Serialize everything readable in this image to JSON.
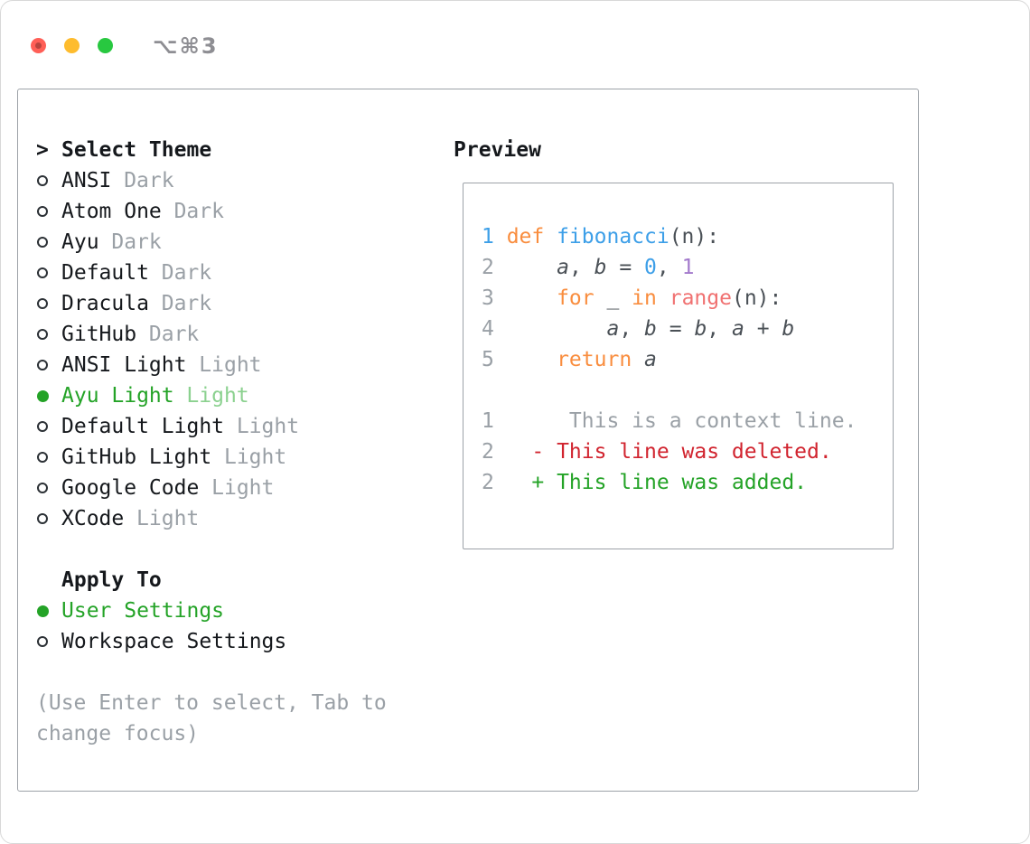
{
  "titlebar": {
    "shortcut": "⌥⌘3"
  },
  "colors": {
    "black": "#15181c",
    "fg": "#4a5056",
    "gray": "#9aa0a6",
    "green": "#24a327",
    "green_muted": "#8bd18f",
    "orange": "#f98d3e",
    "blue": "#3d9fe8",
    "purple": "#a37acc",
    "pink": "#f07171",
    "red": "#d1242f",
    "traffic_red": "#ff5f57",
    "traffic_yellow": "#febc2e",
    "traffic_green": "#28c840"
  },
  "theme_picker": {
    "prompt": ">",
    "title": "Select Theme",
    "items": [
      {
        "name": "ANSI",
        "variant": "Dark",
        "selected": false
      },
      {
        "name": "Atom One",
        "variant": "Dark",
        "selected": false
      },
      {
        "name": "Ayu",
        "variant": "Dark",
        "selected": false
      },
      {
        "name": "Default",
        "variant": "Dark",
        "selected": false
      },
      {
        "name": "Dracula",
        "variant": "Dark",
        "selected": false
      },
      {
        "name": "GitHub",
        "variant": "Dark",
        "selected": false
      },
      {
        "name": "ANSI Light",
        "variant": "Light",
        "selected": false
      },
      {
        "name": "Ayu Light",
        "variant": "Light",
        "selected": true
      },
      {
        "name": "Default Light",
        "variant": "Light",
        "selected": false
      },
      {
        "name": "GitHub Light",
        "variant": "Light",
        "selected": false
      },
      {
        "name": "Google Code",
        "variant": "Light",
        "selected": false
      },
      {
        "name": "XCode",
        "variant": "Light",
        "selected": false
      }
    ]
  },
  "apply_to": {
    "title": "Apply To",
    "options": [
      {
        "label": "User Settings",
        "selected": true
      },
      {
        "label": "Workspace Settings",
        "selected": false
      }
    ]
  },
  "hint": "(Use Enter to select, Tab to change focus)",
  "preview": {
    "title": "Preview",
    "lines": [
      {
        "num": "1",
        "num_color": "blue",
        "tokens": [
          {
            "t": "def ",
            "c": "orange"
          },
          {
            "t": "fibonacci",
            "c": "blue"
          },
          {
            "t": "(n):",
            "c": "fg"
          }
        ]
      },
      {
        "num": "2",
        "num_color": "gray",
        "tokens": [
          {
            "t": "    ",
            "c": "fg"
          },
          {
            "t": "a",
            "c": "fg",
            "i": true
          },
          {
            "t": ", ",
            "c": "fg"
          },
          {
            "t": "b",
            "c": "fg",
            "i": true
          },
          {
            "t": " = ",
            "c": "fg"
          },
          {
            "t": "0",
            "c": "blue"
          },
          {
            "t": ", ",
            "c": "fg"
          },
          {
            "t": "1",
            "c": "purple"
          }
        ]
      },
      {
        "num": "3",
        "num_color": "gray",
        "tokens": [
          {
            "t": "    ",
            "c": "fg"
          },
          {
            "t": "for",
            "c": "orange"
          },
          {
            "t": " _ ",
            "c": "fg"
          },
          {
            "t": "in",
            "c": "orange"
          },
          {
            "t": " ",
            "c": "fg"
          },
          {
            "t": "range",
            "c": "pink"
          },
          {
            "t": "(n):",
            "c": "fg"
          }
        ]
      },
      {
        "num": "4",
        "num_color": "gray",
        "tokens": [
          {
            "t": "        ",
            "c": "fg"
          },
          {
            "t": "a",
            "c": "fg",
            "i": true
          },
          {
            "t": ", ",
            "c": "fg"
          },
          {
            "t": "b",
            "c": "fg",
            "i": true
          },
          {
            "t": " = ",
            "c": "fg"
          },
          {
            "t": "b",
            "c": "fg",
            "i": true
          },
          {
            "t": ", ",
            "c": "fg"
          },
          {
            "t": "a",
            "c": "fg",
            "i": true
          },
          {
            "t": " + ",
            "c": "fg"
          },
          {
            "t": "b",
            "c": "fg",
            "i": true
          }
        ]
      },
      {
        "num": "5",
        "num_color": "gray",
        "tokens": [
          {
            "t": "    ",
            "c": "fg"
          },
          {
            "t": "return ",
            "c": "orange"
          },
          {
            "t": "a",
            "c": "fg",
            "i": true
          }
        ]
      },
      {
        "num": "",
        "num_color": "gray",
        "tokens": []
      },
      {
        "num": "1",
        "num_color": "gray",
        "tokens": [
          {
            "t": "     This is a context line.",
            "c": "gray"
          }
        ]
      },
      {
        "num": "2",
        "num_color": "gray",
        "tokens": [
          {
            "t": "  - This line was deleted.",
            "c": "red"
          }
        ]
      },
      {
        "num": "2",
        "num_color": "gray",
        "tokens": [
          {
            "t": "  + This line was added.",
            "c": "green"
          }
        ]
      }
    ]
  }
}
